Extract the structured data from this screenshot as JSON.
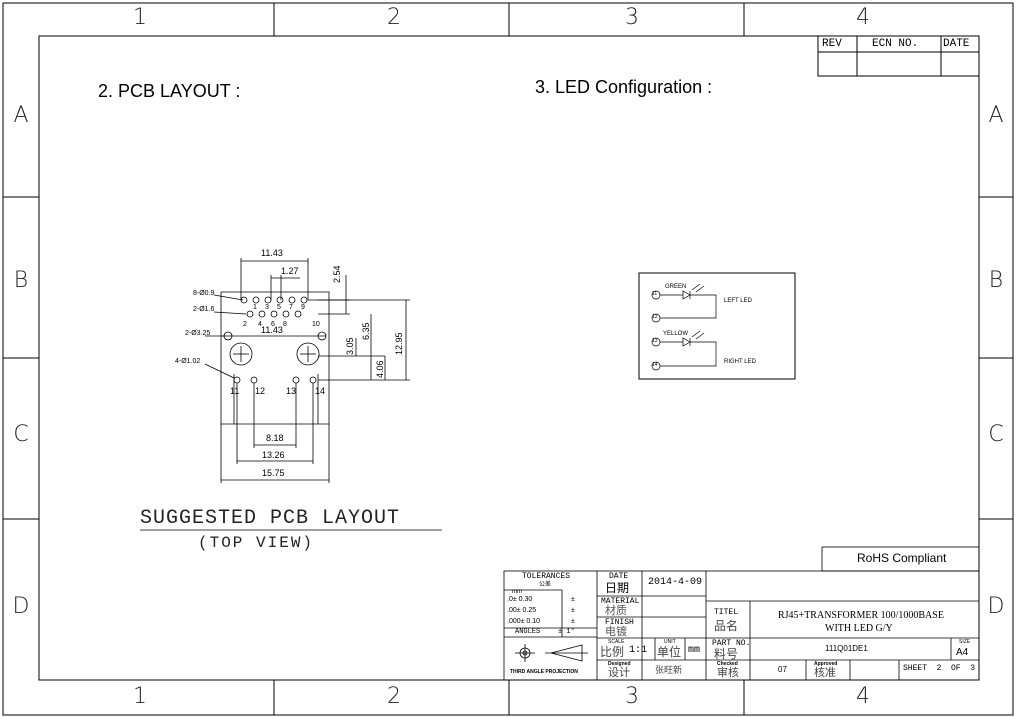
{
  "zones": {
    "columns": [
      "1",
      "2",
      "3",
      "4"
    ],
    "rows": [
      "A",
      "B",
      "C",
      "D"
    ]
  },
  "revision_block": {
    "rev": "REV",
    "ecn": "ECN NO.",
    "date": "DATE"
  },
  "headings": {
    "pcb_layout": "2. PCB LAYOUT :",
    "led_config": "3. LED Configuration :"
  },
  "pcb": {
    "dim_top_1143": "11.43",
    "dim_127": "1.27",
    "dim_254": "2.54",
    "dim_mid_1143": "11.43",
    "dim_635": "6.35",
    "dim_305": "3.05",
    "dim_1295": "12.95",
    "dim_406": "4.06",
    "dim_818": "8.18",
    "dim_1326": "13.26",
    "dim_1575": "15.75",
    "call_09": "8-Ø0.9",
    "call_16": "2-Ø1.6",
    "call_325": "2-Ø3.25",
    "call_102": "4-Ø1.02",
    "pins_top": [
      "1",
      "3",
      "5",
      "7",
      "9"
    ],
    "pins_bottom": [
      "2",
      "4",
      "6",
      "8",
      "10"
    ],
    "pin_11": "11",
    "pin_12": "12",
    "pin_13": "13",
    "pin_14": "14",
    "caption_1": "SUGGESTED PCB LAYOUT",
    "caption_2": "(TOP VIEW)"
  },
  "led": {
    "green": "GREEN",
    "yellow": "YELLOW",
    "left_led": "LEFT LED",
    "right_led": "RIGHT LED",
    "pin_11": "11",
    "pin_12": "12",
    "pin_13": "13",
    "pin_14": "14"
  },
  "title_block": {
    "rohs": "RoHS Compliant",
    "tolerances": "TOLERANCES",
    "tolerances_cn": "公差",
    "mm": "mm",
    "tol_1": ".0± 0.30",
    "tol_2": ".00± 0.25",
    "tol_3": ".000± 0.10",
    "pm": "±",
    "angles": "ANGLES",
    "angles_val": "± 1°",
    "third_angle": "THIRD ANGLE PROJECTION",
    "date_lbl": "DATE",
    "date_cn": "日期",
    "date_val": "2014-4-09",
    "material_lbl": "MATERIAL",
    "material_cn": "材质",
    "finish_lbl": "FINISH",
    "finish_cn": "电镀",
    "scale_lbl": "SCALE",
    "scale_cn": "比例",
    "scale_val": "1:1",
    "unit_lbl": "UNIT",
    "unit_cn": "单位",
    "unit_val": "mm",
    "designed_lbl": "Designed",
    "designed_cn": "设计",
    "designer": "张旺新",
    "title_lbl": "TITEL",
    "title_cn": "品名",
    "title_val_1": "RJ45+TRANSFORMER 100/1000BASE",
    "title_val_2": "WITH LED G/Y",
    "partno_lbl": "PART NO.",
    "partno_cn": "料号",
    "partno_val": "111Q01DE1",
    "size_lbl": "SIZE",
    "size_val": "A4",
    "checked_lbl": "Checked",
    "checked_cn": "审核",
    "checked_val": "07",
    "approved_lbl": "Approved",
    "approved_cn": "核准",
    "sheet": "SHEET  2  OF  3"
  }
}
